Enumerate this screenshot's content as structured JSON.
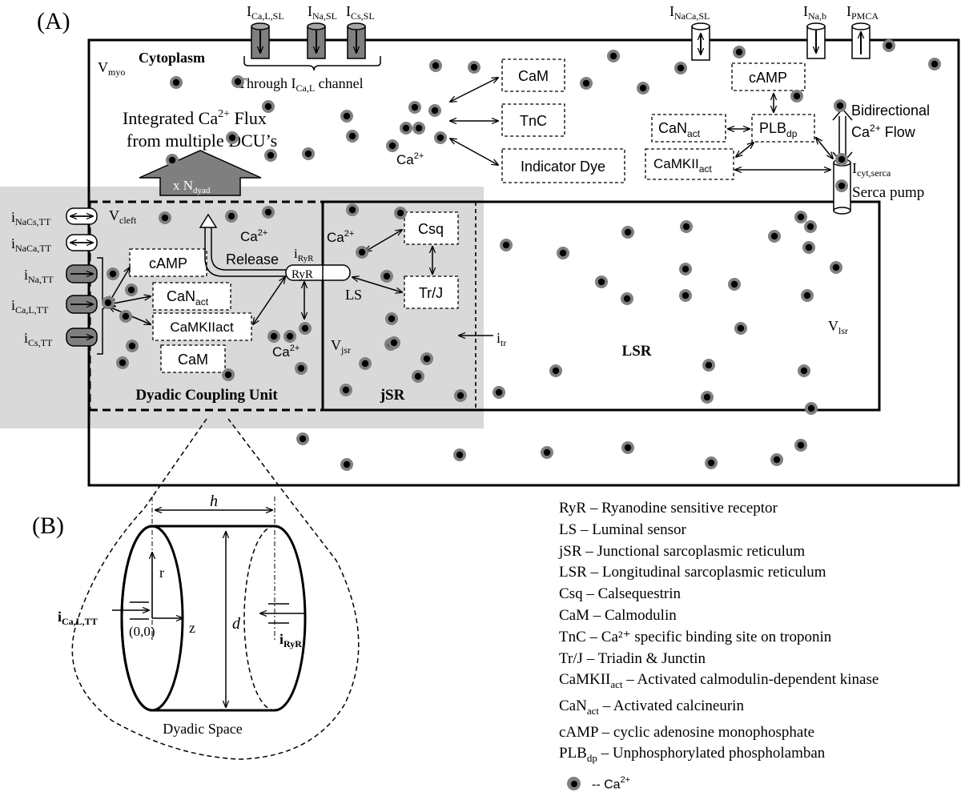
{
  "panel_a": {
    "label": "(A)",
    "cytoplasm": "Cytoplasm",
    "v_myo": "V",
    "v_myo_sub": "myo",
    "sl_currents": [
      {
        "main": "I",
        "sub": "Ca,L,SL"
      },
      {
        "main": "I",
        "sub": "Na,SL"
      },
      {
        "main": "I",
        "sub": "Cs,SL"
      }
    ],
    "through_prefix": "Through I",
    "through_sub": "Ca,L",
    "through_suffix": " channel",
    "top_right_currents": [
      {
        "main": "I",
        "sub": "NaCa,SL"
      },
      {
        "main": "I",
        "sub": "Na,b"
      },
      {
        "main": "I",
        "sub": "PMCA"
      }
    ],
    "integrated_line1": "Integrated Ca",
    "integrated_sup": "2+",
    "integrated_line1_end": " Flux",
    "integrated_line2": "from multiple DCU’s",
    "ndyad_prefix": "x N",
    "ndyad_sub": "dyad",
    "cyto_boxes": [
      "CaM",
      "TnC",
      "Indicator Dye"
    ],
    "cyto_ca": "Ca",
    "cyto_ca_sup": "2+",
    "camp": "cAMP",
    "can": "CaN",
    "can_sub": "act",
    "camkii": "CaMKII",
    "camkii_sub": "act",
    "plb": "PLB",
    "plb_sub": "dp",
    "bidirectional_line1": "Bidirectional",
    "bidirectional_line2_ca": "Ca",
    "bidirectional_line2_sup": "2+",
    "bidirectional_line2_end": " Flow",
    "serca_current": "I",
    "serca_current_sub": "cyt,serca",
    "serca_pump": "Serca pump",
    "tt_currents": [
      {
        "main": "i",
        "sub": "NaCs,TT"
      },
      {
        "main": "i",
        "sub": "NaCa,TT"
      },
      {
        "main": "i",
        "sub": "Na,TT"
      },
      {
        "main": "i",
        "sub": "Ca,L,TT"
      },
      {
        "main": "i",
        "sub": "Cs,TT"
      }
    ],
    "v_cleft": "V",
    "v_cleft_sub": "cleft",
    "release_ca": "Ca",
    "release_sup": "2+",
    "release": "Release",
    "dcu_camp": "cAMP",
    "dcu_can": "CaN",
    "dcu_can_sub": "act",
    "dcu_camkii": "CaMKIIact",
    "dcu_cam": "CaM",
    "dcu_ca": "Ca",
    "dcu_ca_sup": "2+",
    "i_ryr": "i",
    "i_ryr_sub": "RyR",
    "ryr": "RyR",
    "dcu_label": "Dyadic Coupling Unit",
    "jsr_ca": "Ca",
    "jsr_ca_sup": "2+",
    "csq": "Csq",
    "trj": "Tr/J",
    "ls": "LS",
    "v_jsr": "V",
    "v_jsr_sub": "jsr",
    "jsr_label": "jSR",
    "i_tr": "i",
    "i_tr_sub": "tr",
    "lsr_label": "LSR",
    "v_lsr": "V",
    "v_lsr_sub": "lsr"
  },
  "panel_b": {
    "label": "(B)",
    "h": "h",
    "r": "r",
    "z": "z",
    "d": "d",
    "origin": "(0,0)",
    "i_cal": "i",
    "i_cal_sub": "Ca,L,TT",
    "i_ryr": "i",
    "i_ryr_sub": "RyR",
    "caption": "Dyadic Space"
  },
  "legend": [
    {
      "term": "RyR",
      "sub": "",
      "desc": " – Ryanodine sensitive receptor"
    },
    {
      "term": "LS",
      "sub": "",
      "desc": " – Luminal sensor"
    },
    {
      "term": "jSR",
      "sub": "",
      "desc": " – Junctional sarcoplasmic reticulum"
    },
    {
      "term": "LSR",
      "sub": "",
      "desc": " – Longitudinal sarcoplasmic reticulum"
    },
    {
      "term": "Csq",
      "sub": "",
      "desc": " – Calsequestrin"
    },
    {
      "term": "CaM",
      "sub": "",
      "desc": " – Calmodulin"
    },
    {
      "term": "TnC",
      "sub": "",
      "desc": " – Ca²⁺ specific binding site on troponin"
    },
    {
      "term": "Tr/J",
      "sub": "",
      "desc": " – Triadin & Junctin"
    },
    {
      "term": "CaMKII",
      "sub": "act",
      "desc": " –  Activated calmodulin-dependent kinase"
    },
    {
      "term": "CaN",
      "sub": "act",
      "desc": " –  Activated calcineurin"
    },
    {
      "term": "cAMP",
      "sub": "",
      "desc": " – cyclic adenosine monophosphate"
    },
    {
      "term": "PLB",
      "sub": "dp",
      "desc": " – Unphosphorylated phospholamban"
    }
  ],
  "legend_ca": {
    "prefix": "--  Ca",
    "sup": "2+"
  }
}
